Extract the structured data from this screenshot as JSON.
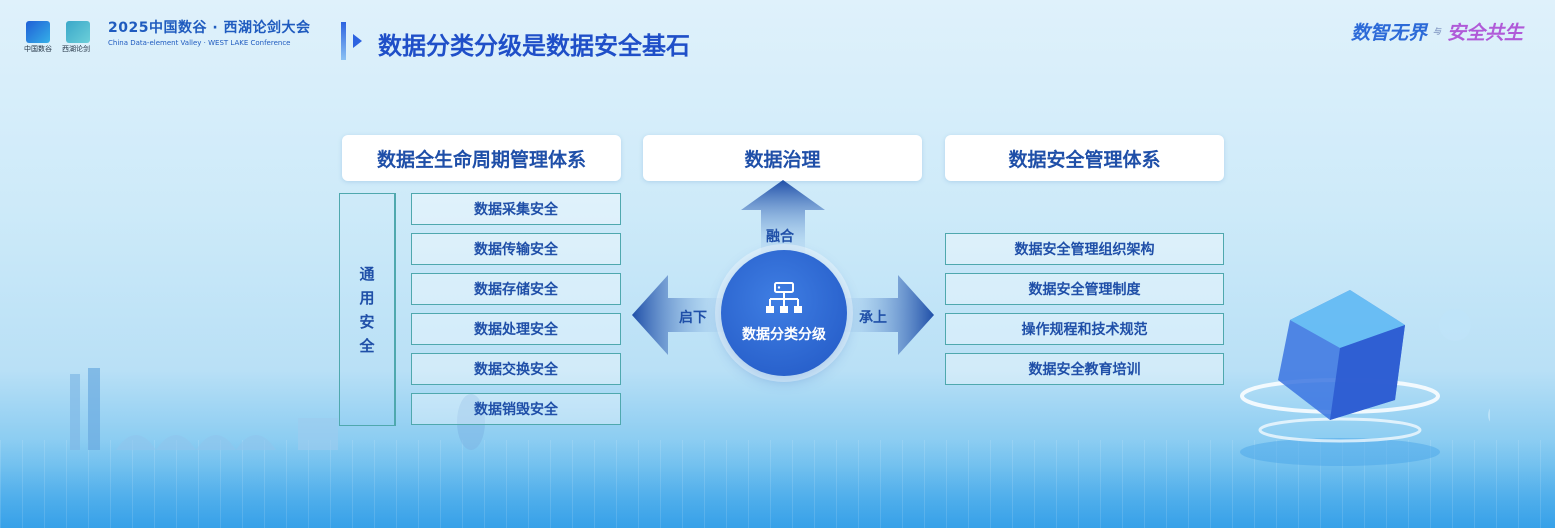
{
  "header": {
    "logo_caption_1": "中国数谷",
    "logo_caption_2": "西湖论剑",
    "logo_line1": "2025中国数谷 · 西湖论剑大会",
    "logo_line2": "China Data-element Valley  ·  WEST LAKE Conference",
    "page_title": "数据分类分级是数据安全基石",
    "slogan_part1": "数智无界",
    "slogan_sep": "与",
    "slogan_part2": "安全共生"
  },
  "left_panel": {
    "title": "数据全生命周期管理体系",
    "vertical_label": [
      "通",
      "用",
      "安",
      "全"
    ],
    "items": [
      "数据采集安全",
      "数据传输安全",
      "数据存储安全",
      "数据处理安全",
      "数据交换安全",
      "数据销毁安全"
    ]
  },
  "center_panel": {
    "title": "数据治理",
    "circle_label": "数据分类分级",
    "up_label": "融合",
    "left_label": "启下",
    "right_label": "承上"
  },
  "right_panel": {
    "title": "数据安全管理体系",
    "items": [
      "数据安全管理组织架构",
      "数据安全管理制度",
      "操作规程和技术规范",
      "数据安全教育培训"
    ]
  },
  "colors": {
    "accent_blue": "#1f4fa8",
    "title_blue": "#1f4fc8",
    "circle_blue": "#2157c4",
    "border_teal": "#4fa8ae"
  },
  "icons": [
    "hierarchy-icon",
    "arrow-up-icon",
    "arrow-left-icon",
    "arrow-right-icon"
  ]
}
